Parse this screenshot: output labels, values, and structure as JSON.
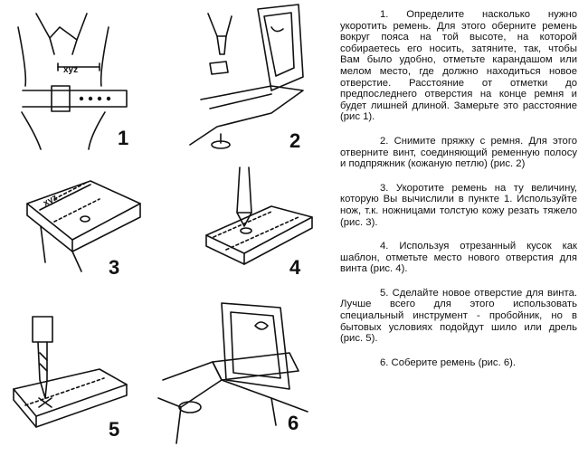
{
  "figures": {
    "fig1": {
      "number": "1",
      "measure_label": "xyz"
    },
    "fig2": {
      "number": "2"
    },
    "fig3": {
      "number": "3",
      "measure_label": "xyz"
    },
    "fig4": {
      "number": "4"
    },
    "fig5": {
      "number": "5"
    },
    "fig6": {
      "number": "6"
    }
  },
  "steps": [
    "1. Определите насколько нужно укоротить ремень. Для этого оберните ремень вокруг пояса на той высоте, на которой собираетесь его носить, затяните, так, чтобы Вам было удобно, отметьте карандашом или мелом место, где должно находиться новое отверстие. Расстояние от отметки до предпоследнего отверстия на конце ремня и будет лишней длиной. Замерьте это расстояние (рис 1).",
    "2. Снимите пряжку с ремня. Для этого отверните винт, соединяющий ременную полосу и подпряжник (кожаную петлю) (рис. 2)",
    "3. Укоротите ремень на ту величину, которую Вы вычислили в пункте 1. Используйте нож, т.к. ножницами толстую кожу резать тяжело (рис. 3).",
    "4. Используя отрезанный кусок как шаблон, отметьте место нового отверстия для винта (рис. 4).",
    "5. Сделайте новое отверстие для винта. Лучше всего для этого использовать специальный инструмент - пробойник, но в бытовых условиях подойдут шило или дрель (рис. 5).",
    "6. Соберите ремень (рис. 6)."
  ]
}
